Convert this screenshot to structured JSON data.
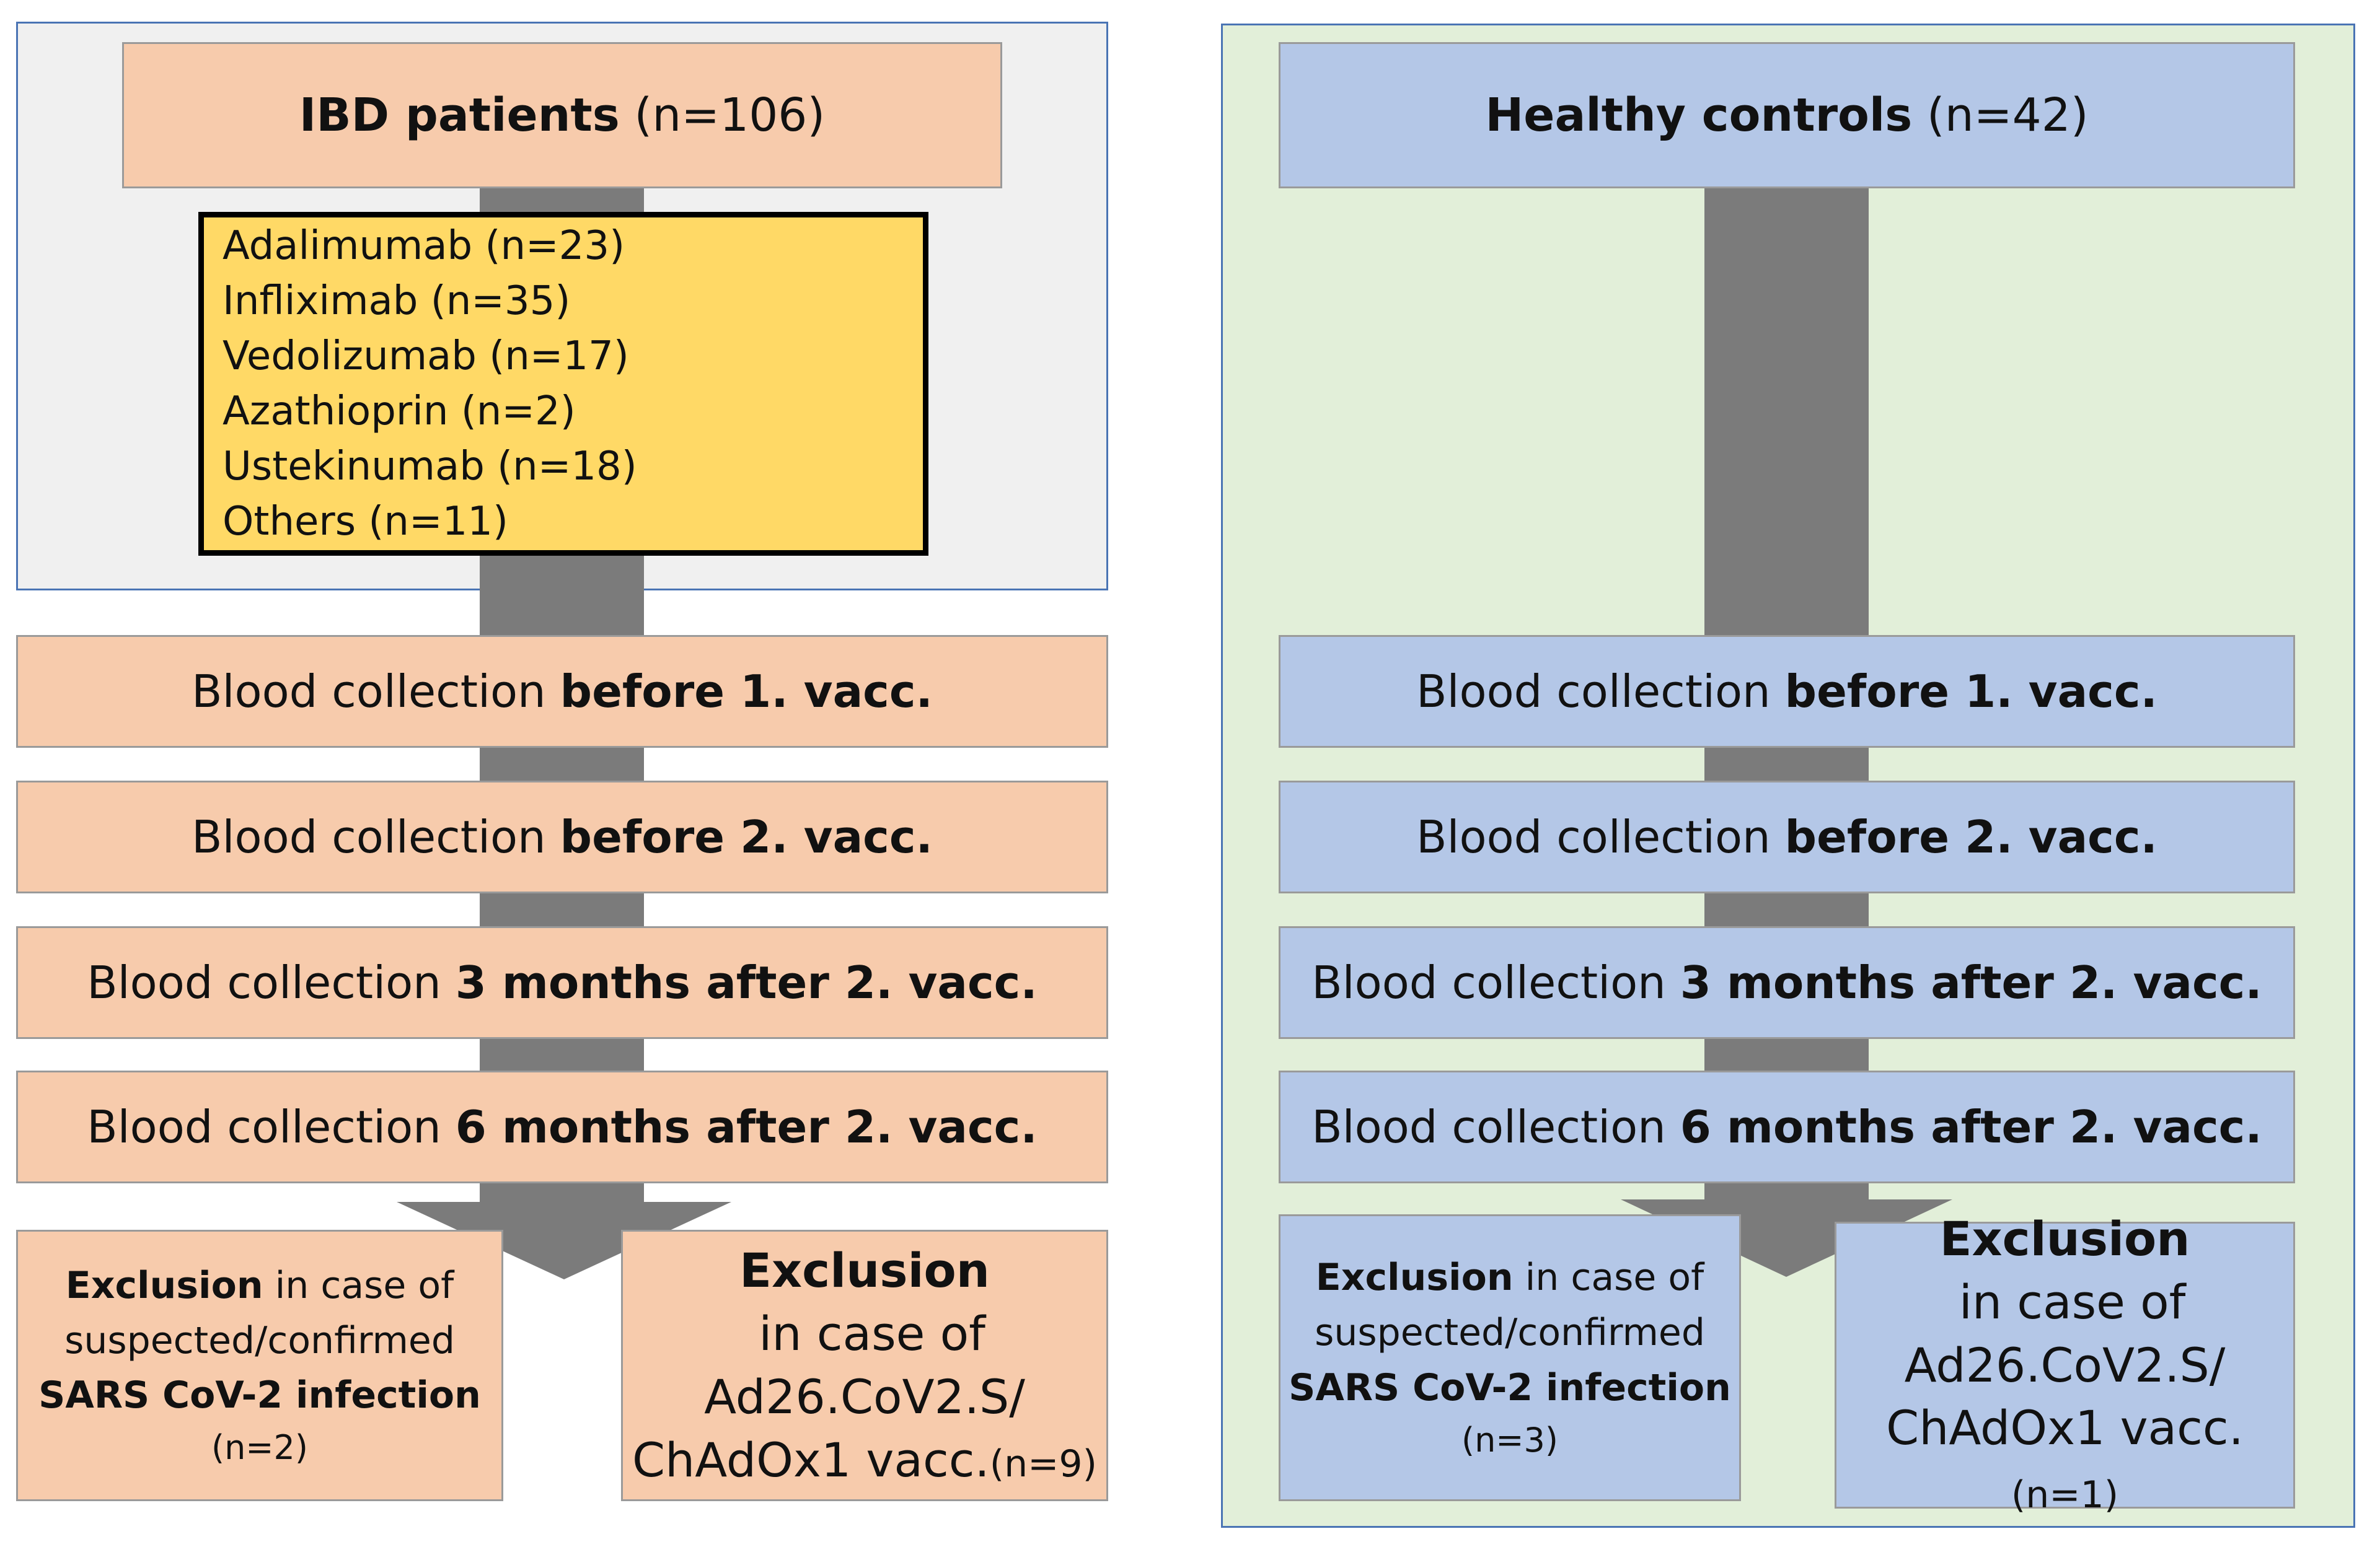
{
  "ibd": {
    "title_bold": "IBD patients",
    "title_count": "(n=106)",
    "drugs": [
      "Adalimumab (n=23)",
      "Infliximab (n=35)",
      "Vedolizumab (n=17)",
      "Azathioprin (n=2)",
      "Ustekinumab (n=18)",
      "Others (n=11)"
    ],
    "steps": [
      {
        "prefix": "Blood collection ",
        "bold": "before 1. vacc."
      },
      {
        "prefix": "Blood collection ",
        "bold": "before 2. vacc."
      },
      {
        "prefix": "Blood collection ",
        "bold": "3 months after 2. vacc."
      },
      {
        "prefix": "Blood collection ",
        "bold": "6 months after 2. vacc."
      }
    ],
    "exclusion_infection": {
      "bold1": "Exclusion",
      "text1": " in case of",
      "text2": "suspected/confirmed",
      "bold2": "SARS CoV-2 infection",
      "count": "(n=2)"
    },
    "exclusion_vaccine": {
      "bold1": "Exclusion",
      "text1": " in case of",
      "text2": "Ad26.CoV2.S/",
      "text3": "ChAdOx1 vacc.",
      "count": "(n=9)"
    }
  },
  "controls": {
    "title_bold": "Healthy controls",
    "title_count": "(n=42)",
    "steps": [
      {
        "prefix": "Blood collection ",
        "bold": "before 1. vacc."
      },
      {
        "prefix": "Blood collection ",
        "bold": "before 2. vacc."
      },
      {
        "prefix": "Blood collection ",
        "bold": "3 months after 2. vacc."
      },
      {
        "prefix": "Blood collection ",
        "bold": "6 months after 2. vacc."
      }
    ],
    "exclusion_infection": {
      "bold1": "Exclusion",
      "text1": " in case of",
      "text2": "suspected/confirmed",
      "bold2": "SARS CoV-2 infection",
      "count": "(n=3)"
    },
    "exclusion_vaccine": {
      "bold1": "Exclusion",
      "text1": " in case of",
      "text2": "Ad26.CoV2.S/",
      "text3": "ChAdOx1 vacc.",
      "count": "(n=1)"
    }
  },
  "colors": {
    "ibd_box": "#f7cbac",
    "control_box": "#b4c7e7",
    "drug_box": "#ffd966",
    "left_panel": "#f0f0f0",
    "right_panel": "#e2efd9",
    "arrow": "#7b7b7b",
    "panel_border": "#4a74b4"
  }
}
